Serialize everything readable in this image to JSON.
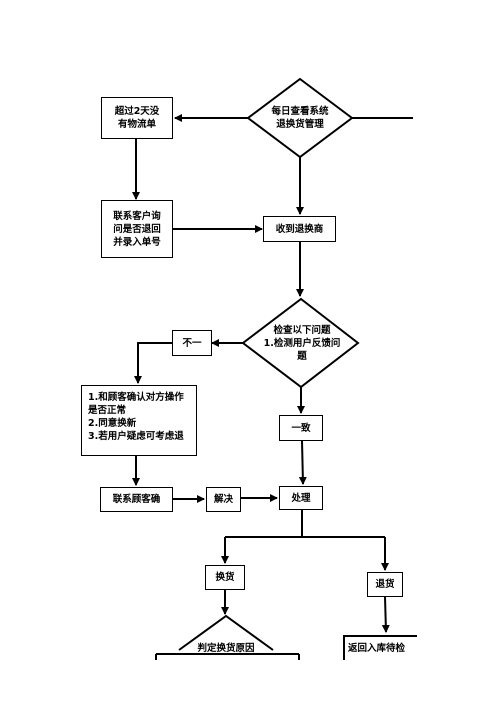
{
  "nodes": {
    "daily_check": "每日查看系统\n退换货管理",
    "over_2_days": "超过2天没\n有物流单",
    "contact_customer": "联系客户询\n问是否退回\n并录入单号",
    "receive_return": "收到退换商",
    "check_issues": "检查以下问题\n1.检测用户反馈问\n题",
    "mismatch": "不一",
    "confirm_steps": "1.和顾客确认对方操作\n是否正常\n2.同意换新\n3.若用户疑虑可考虑退",
    "match": "一致",
    "contact_confirm": "联系顾客确",
    "resolve": "解决",
    "process": "处理",
    "exchange": "换货",
    "return_goods": "退货",
    "judge_reason": "判定换货原因",
    "return_warehouse": "返回入库待检"
  }
}
